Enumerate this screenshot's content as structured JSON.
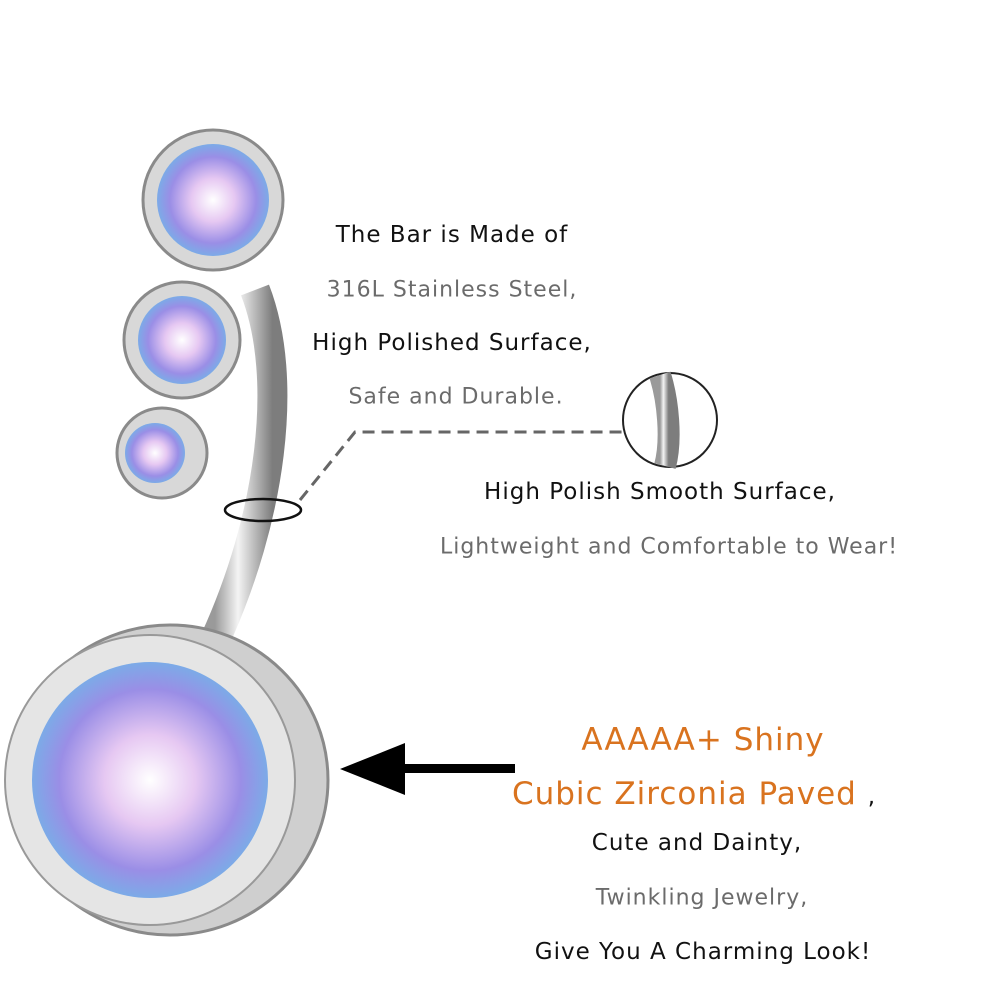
{
  "colors": {
    "accent_orange": "#d9731f",
    "text_dark": "#111111",
    "text_gray": "#6b6b6b"
  },
  "bar_description": {
    "line1": "The Bar is Made of",
    "line2": "316L Stainless Steel,",
    "line3": "High Polished Surface,",
    "line4": "Safe and Durable."
  },
  "polish_description": {
    "line1": "High Polish Smooth Surface,",
    "line2": "Lightweight and Comfortable to Wear!"
  },
  "gem_description": {
    "line1": "AAAAA+ Shiny",
    "line2": "Cubic Zirconia Paved",
    "line2_suffix": ",",
    "line3": "Cute and Dainty,",
    "line4": "Twinkling Jewelry,",
    "line5": "Give You A Charming Look!"
  }
}
